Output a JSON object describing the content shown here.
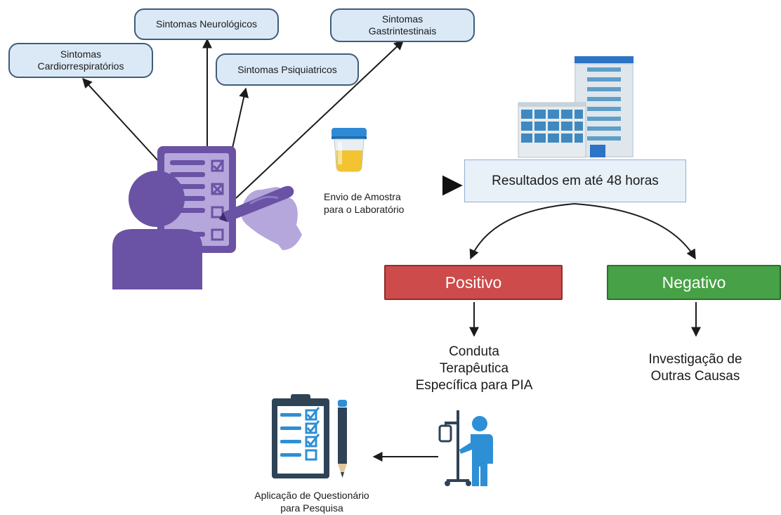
{
  "symptoms": {
    "cardiorespiratory": [
      "Sintomas",
      "Cardiorrespiratórios"
    ],
    "neurological": [
      "Sintomas Neurológicos"
    ],
    "psychiatric": [
      "Sintomas Psiquiatricos"
    ],
    "gastrointestinal": [
      "Sintomas",
      "Gastrintestinais"
    ]
  },
  "sample_label": [
    "Envio de Amostra",
    "para o Laboratório"
  ],
  "results_label": "Resultados em até 48 horas",
  "positive_label": "Positivo",
  "negative_label": "Negativo",
  "positive_action": [
    "Conduta",
    "Terapêutica",
    "Específica para PIA"
  ],
  "negative_action": [
    "Investigação de",
    "Outras Causas"
  ],
  "questionnaire_label": [
    "Aplicação de Questionário",
    "para Pesquisa"
  ],
  "colors": {
    "purple": "#6a52a4",
    "lavender": "#b5a6dc",
    "positive": "#cd4b4b",
    "negative": "#47a146",
    "navy": "#2f4356",
    "patient_blue": "#2d8fd5"
  },
  "icons": [
    "doctor-icon",
    "clipboard-checklist-icon",
    "writing-hand-icon",
    "sample-cup-icon",
    "hospital-icon",
    "patient-iv-icon",
    "questionnaire-icon",
    "pencil-icon"
  ]
}
